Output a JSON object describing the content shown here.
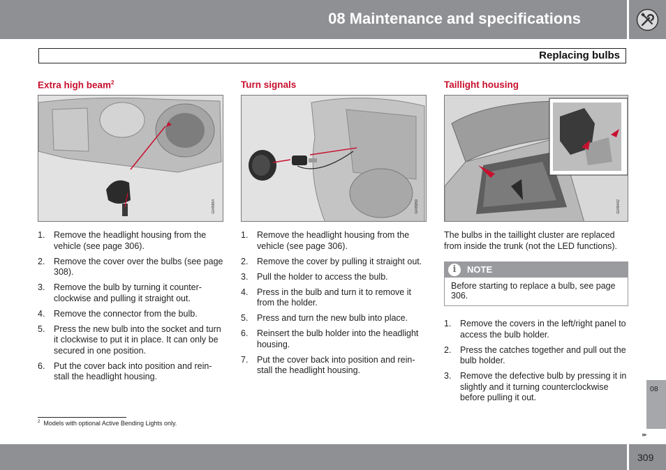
{
  "header": {
    "chapter_title": "08 Maintenance and specifications",
    "section_title": "Replacing bulbs"
  },
  "columns": [
    {
      "heading": "Extra high beam",
      "heading_sup": "2",
      "figure_code": "G045954",
      "steps": [
        {
          "num": "1.",
          "text": "Remove the headlight housing from the vehicle (see page 306)."
        },
        {
          "num": "2.",
          "text": "Remove the cover over the bulbs (see page 308)."
        },
        {
          "num": "3.",
          "text": "Remove the bulb by turning it counter-clockwise and pulling it straight out."
        },
        {
          "num": "4.",
          "text": "Remove the connector from the bulb."
        },
        {
          "num": "5.",
          "text": "Press the new bulb into the socket and turn it clockwise to put it in place. It can only be secured in one position."
        },
        {
          "num": "6.",
          "text": "Put the cover back into position and rein-stall the headlight housing."
        }
      ]
    },
    {
      "heading": "Turn signals",
      "figure_code": "G045959",
      "steps": [
        {
          "num": "1.",
          "text": "Remove the headlight housing from the vehicle (see page 306)."
        },
        {
          "num": "2.",
          "text": "Remove the cover by pulling it straight out."
        },
        {
          "num": "3.",
          "text": "Pull the holder to access the bulb."
        },
        {
          "num": "4.",
          "text": "Press in the bulb and turn it to remove it from the holder."
        },
        {
          "num": "5.",
          "text": "Press and turn the new bulb into place."
        },
        {
          "num": "6.",
          "text": "Reinsert the bulb holder into the headlight housing."
        },
        {
          "num": "7.",
          "text": "Put the cover back into position and rein-stall the headlight housing."
        }
      ]
    },
    {
      "heading": "Taillight housing",
      "figure_code": "G046442",
      "intro": "The bulbs in the taillight cluster are replaced from inside the trunk (not the LED functions).",
      "note": {
        "label": "NOTE",
        "text": "Before starting to replace a bulb, see page 306."
      },
      "steps": [
        {
          "num": "1.",
          "text": "Remove the covers in the left/right panel to access the bulb holder."
        },
        {
          "num": "2.",
          "text": "Press the catches together and pull out the bulb holder."
        },
        {
          "num": "3.",
          "text": "Remove the defective bulb by pressing it in slightly and it turning counterclockwise before pulling it out."
        }
      ]
    }
  ],
  "footnote": {
    "sup": "2",
    "text": "Models with optional Active Bending Lights only."
  },
  "side_tab": "08",
  "next_page_marker": "▸▸",
  "page_number": "309",
  "icons": {
    "chapter": "wrench-screwdriver-icon",
    "note": "info-icon"
  },
  "colors": {
    "heading_red": "#c8102e",
    "bar_gray": "#8f9094",
    "arrow_red": "#c8102e"
  }
}
